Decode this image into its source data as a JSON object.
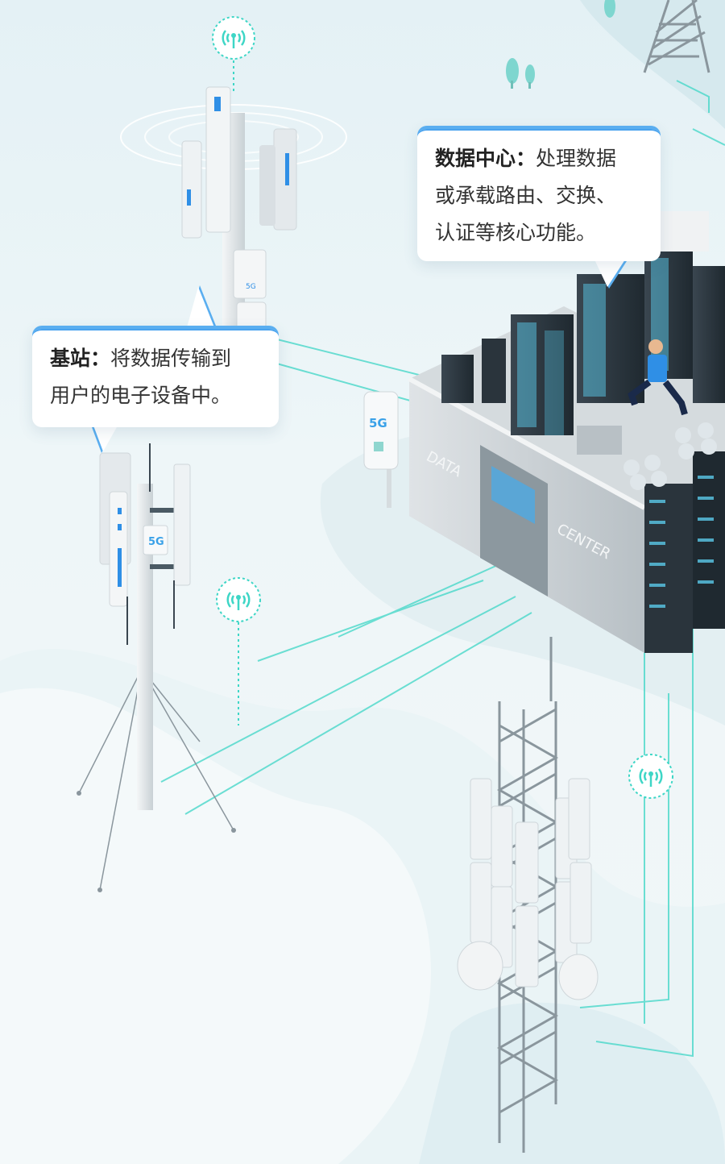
{
  "callouts": {
    "data_center": {
      "title": "数据中心：",
      "line1": "处理数据",
      "line2": "或承载路由、交换、",
      "line3": "认证等核心功能。"
    },
    "base_station": {
      "title": "基站：",
      "line1": "将数据传输到",
      "line2": "用户的电子设备中。"
    }
  },
  "labels": {
    "data_center_left": "DATA",
    "data_center_right": "CENTER",
    "badge_5g": "5G",
    "badge_5g_small": "5G"
  },
  "colors": {
    "accent_blue": "#4aa3ee",
    "connection_teal": "#3ed6c6",
    "server_screen": "#5ac8e8"
  },
  "icons": [
    "signal-tower-icon",
    "signal-tower-icon",
    "signal-tower-icon"
  ]
}
